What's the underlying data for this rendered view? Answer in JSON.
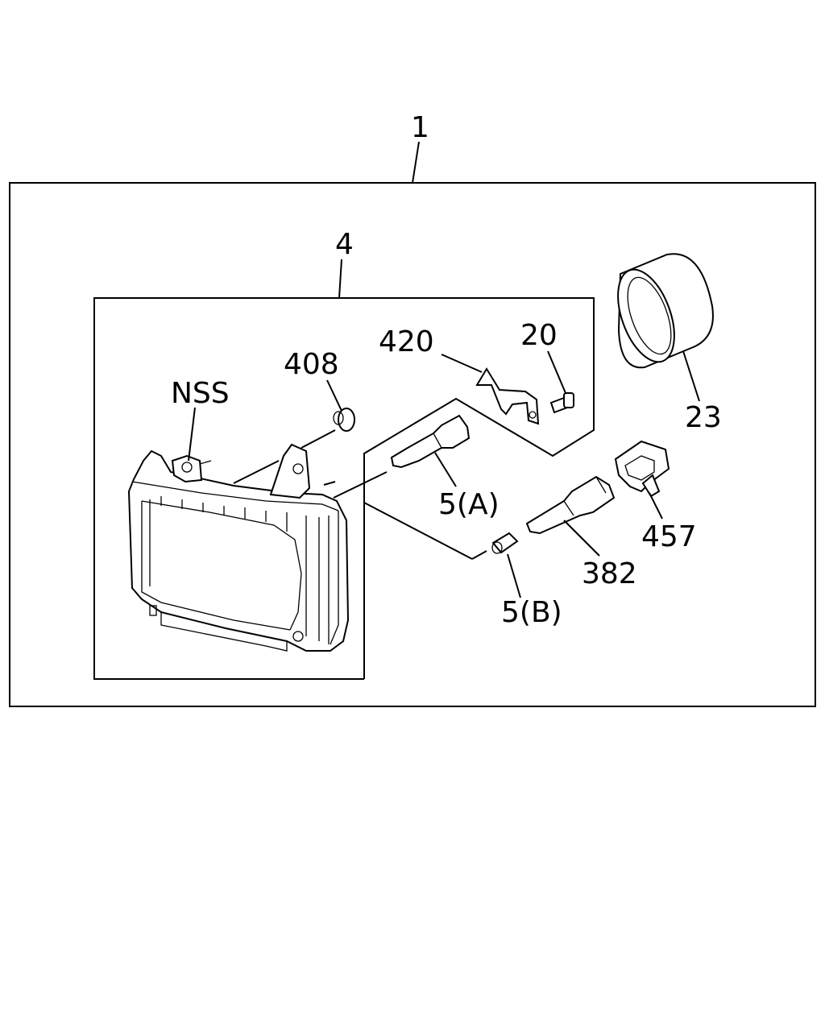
{
  "labels": {
    "assembly": "1",
    "subassembly": "4",
    "nss": "NSS",
    "p408": "408",
    "p420": "420",
    "p20": "20",
    "p23": "23",
    "p5a": "5(A)",
    "p5b": "5(B)",
    "p382": "382",
    "p457": "457"
  }
}
